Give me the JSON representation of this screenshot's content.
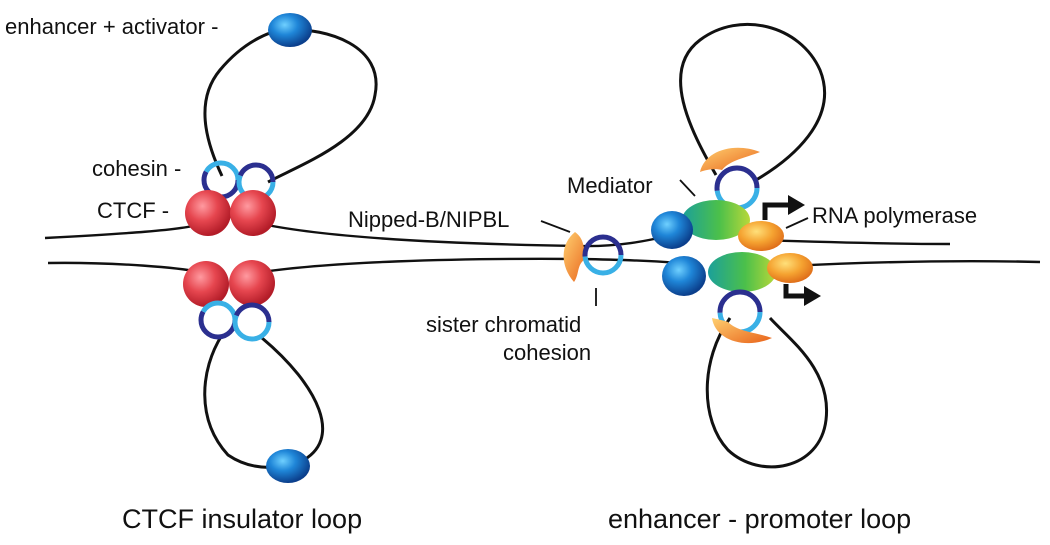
{
  "labels": {
    "enhancer_activator": "enhancer + activator -",
    "cohesin": "cohesin -",
    "ctcf": "CTCF -",
    "nipped_b": "Nipped-B/NIPBL",
    "mediator": "Mediator",
    "rna_polymerase": "RNA polymerase",
    "sister_line1": "sister chromatid",
    "sister_line2": "cohesion"
  },
  "titles": {
    "left": "CTCF insulator loop",
    "right": "enhancer - promoter loop"
  },
  "colors": {
    "ctcf": "#e0404a",
    "enhancer": "#1a6fc4",
    "cohesin_dark": "#2b2f8f",
    "cohesin_light": "#39b0e6",
    "mediator": "#3aa84a",
    "polymerase": "#f0a030",
    "nipbl": "#f07a20"
  }
}
